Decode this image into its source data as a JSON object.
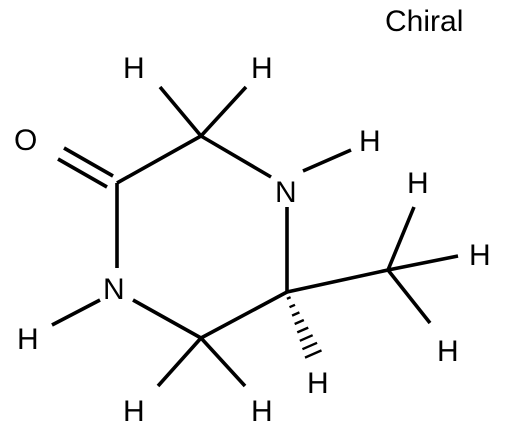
{
  "flag_label": "Chiral",
  "atoms": {
    "oxygen": "O",
    "nitrogen_ring_top": "N",
    "nitrogen_ring_bottom": "N",
    "h_c3_left": "H",
    "h_c3_right": "H",
    "h_n4": "H",
    "h_n1": "H",
    "h_c6_left": "H",
    "h_c6_right": "H",
    "h_c5": "H",
    "h_methyl_top": "H",
    "h_methyl_right": "H",
    "h_methyl_bottom": "H"
  },
  "colors": {
    "ink": "#000000",
    "background": "#ffffff"
  }
}
